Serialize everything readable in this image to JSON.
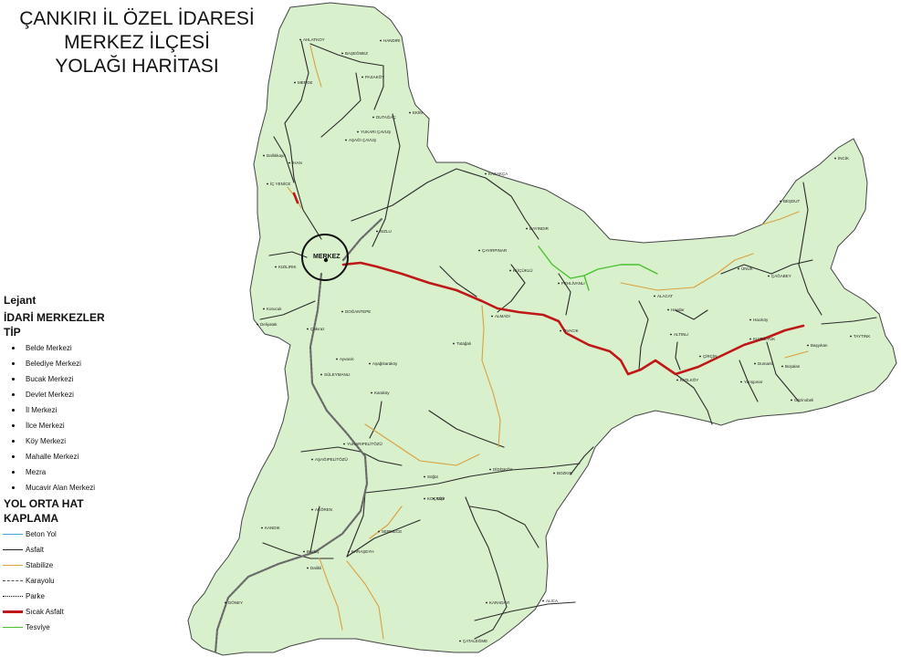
{
  "title": [
    "ÇANKIRI İL ÖZEL İDARESİ",
    "MERKEZ İLÇESİ",
    "YOLAĞI HARİTASI"
  ],
  "legend": {
    "heading": "Lejant",
    "section1": "İDARİ MERKEZLER",
    "section1_sub": "TİP",
    "admin_types": [
      "Belde Merkezi",
      "Belediye Merkezi",
      "Bucak Merkezi",
      "Devlet Merkezi",
      "İl Merkezi",
      "İlce Merkezi",
      "Köy Merkezi",
      "Mahalle Merkezi",
      "Mezra",
      "Mucavir Alan Merkezi"
    ],
    "section2": "YOL ORTA HAT",
    "section2_sub": "KAPLAMA",
    "road_types": [
      {
        "label": "Beton Yol",
        "color": "#4aa8d8",
        "style": "solid"
      },
      {
        "label": "Asfalt",
        "color": "#222222",
        "style": "solid"
      },
      {
        "label": "Stabilize",
        "color": "#d8a040",
        "style": "solid"
      },
      {
        "label": "Karayolu",
        "color": "#555555",
        "style": "dashed"
      },
      {
        "label": "Parke",
        "color": "#111111",
        "style": "dotted"
      },
      {
        "label": "Sıcak Asfalt",
        "color": "#c01818",
        "style": "solid"
      },
      {
        "label": "Tesviye",
        "color": "#49c030",
        "style": "solid"
      }
    ]
  },
  "colors": {
    "land": "#d9f0cc",
    "border": "#444444",
    "asphalt": "#2b2b2b",
    "stabilize": "#d8a040",
    "hot_asphalt": "#c01818",
    "grading": "#49c030",
    "highway": "#6a6a6a"
  },
  "center_label": "MERKEZ",
  "places": [
    "AHLATKOY",
    "BAŞEĞMEZ",
    "HANDIRI",
    "PASAKÖY",
    "MERGE",
    "YUKARI ÇAVUŞ",
    "AŞAĞI ÇAVUŞ",
    "DUTAĞAÇ",
    "EKİM",
    "Dallıkkaya",
    "İHAN",
    "İÇ YENİCE",
    "KASAKÇA",
    "ÇAYIRPINAR",
    "KÜÇÜKLÜ",
    "BAYINDIR",
    "SIZLU",
    "PEHLİVANLI",
    "ALACAT",
    "DOĞANTEPE",
    "ALMADI",
    "OVACIK",
    "ALTINLI",
    "ÇİRÇİN",
    "KIZILKÖY",
    "ÜNÜK",
    "ÇAĞABEY",
    "BEŞDUT",
    "İNCİK",
    "KUZBEYÜK",
    "TAYTINK",
    "Başyıkan",
    "Dumanlı",
    "Yarışpınar",
    "Tutağalı",
    "KIZILIRIK",
    "SÜLEYMANLI",
    "Karaköy",
    "YUKARIPELİTÖZÜ",
    "AŞAĞIPELİTÖZÜ",
    "DİDİŞKÖY",
    "BOZKIR",
    "KOÇKÖY",
    "SERMECE",
    "AKÖREN",
    "KANDIK",
    "KARAŞEYH",
    "DÖNEY",
    "KARADAYI",
    "ALICA",
    "ÇATALEĞME",
    "Bozkış",
    "Dalikli",
    "Taşlı",
    "Haydar",
    "Hacıköy",
    "Boşalan",
    "Gözinobeli",
    "Aşağıkaraköy",
    "Ayvacık",
    "Korucuk",
    "Deliyatak",
    "Çakıraz",
    "Söğüt"
  ]
}
